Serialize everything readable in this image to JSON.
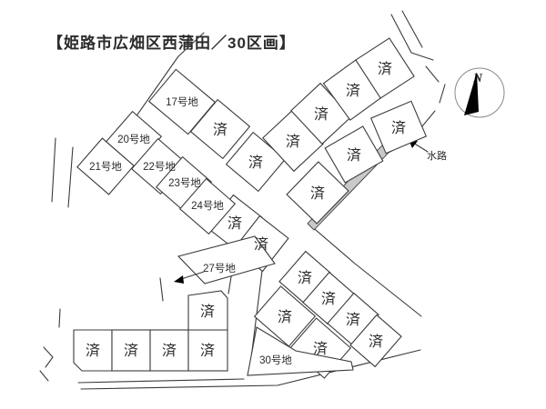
{
  "page": {
    "title": "【姫路市広畑区西蒲田／30区画】"
  },
  "map": {
    "compass_label": "N",
    "waterway_label": "水路",
    "sold_marker": "済",
    "available_plots": [
      "17号地",
      "20号地",
      "21号地",
      "22号地",
      "23号地",
      "24号地",
      "27号地",
      "30号地"
    ],
    "sold_plot_count": 22,
    "total_plot_count": 30,
    "colors": {
      "background": "#ffffff",
      "line": "#3b3b3b",
      "waterway_fill": "#c9c9c9"
    }
  }
}
